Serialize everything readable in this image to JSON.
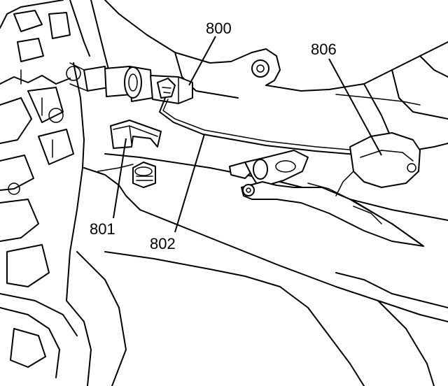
{
  "callouts": [
    {
      "id": "800",
      "label": "800"
    },
    {
      "id": "801",
      "label": "801"
    },
    {
      "id": "802",
      "label": "802"
    },
    {
      "id": "806",
      "label": "806"
    }
  ]
}
